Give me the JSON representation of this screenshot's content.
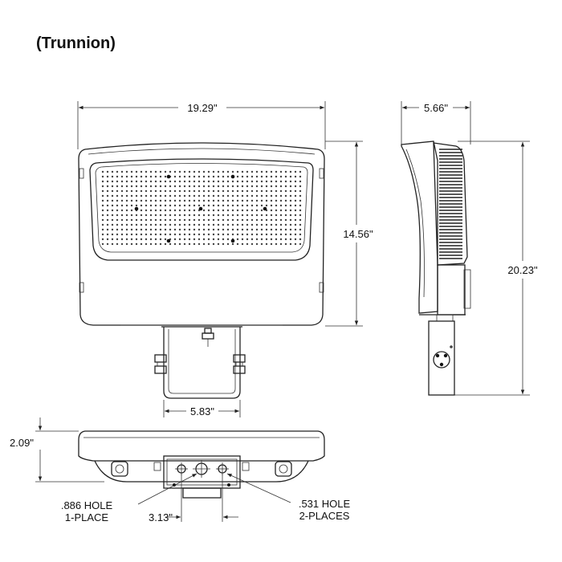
{
  "title": "(Trunnion)",
  "dimensions": {
    "front_width": "19.29\"",
    "front_height": "14.56\"",
    "side_depth": "5.66\"",
    "side_height": "20.23\"",
    "bracket_width": "5.83\"",
    "bottom_height": "2.09\"",
    "hole_spacing": "3.13\""
  },
  "callouts": {
    "large_hole_line1": ".886 HOLE",
    "large_hole_line2": "1-PLACE",
    "small_hole_line1": ".531 HOLE",
    "small_hole_line2": "2-PLACES"
  }
}
